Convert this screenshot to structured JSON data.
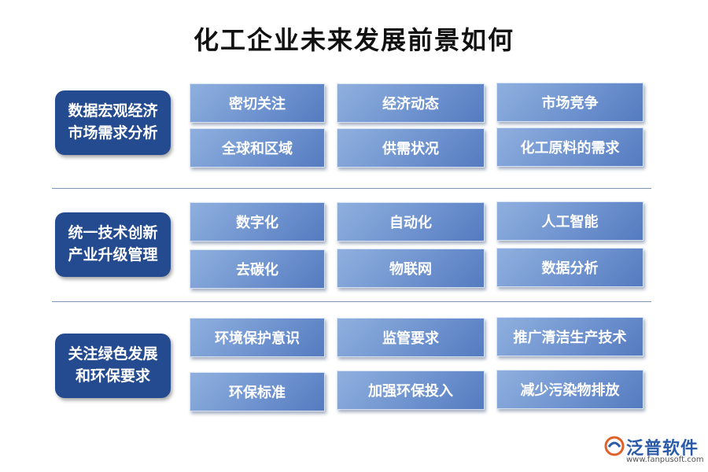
{
  "title": "化工企业未来发展前景如何",
  "sections": [
    {
      "category": {
        "line1": "数据宏观经济",
        "line2": "市场需求分析"
      },
      "items": [
        "密切关注",
        "经济动态",
        "市场竞争",
        "全球和区域",
        "供需状况",
        "化工原料的需求"
      ]
    },
    {
      "category": {
        "line1": "统一技术创新",
        "line2": "产业升级管理"
      },
      "items": [
        "数字化",
        "自动化",
        "人工智能",
        "去碳化",
        "物联网",
        "数据分析"
      ]
    },
    {
      "category": {
        "line1": "关注绿色发展",
        "line2": "和环保要求"
      },
      "items": [
        "环境保护意识",
        "监管要求",
        "推广清洁生产技术",
        "环保标准",
        "加强环保投入",
        "减少污染物排放"
      ]
    }
  ],
  "logo": {
    "name": "泛普软件",
    "url": "www.fanpusoft.com",
    "icon": "fanpu-logo-icon"
  }
}
